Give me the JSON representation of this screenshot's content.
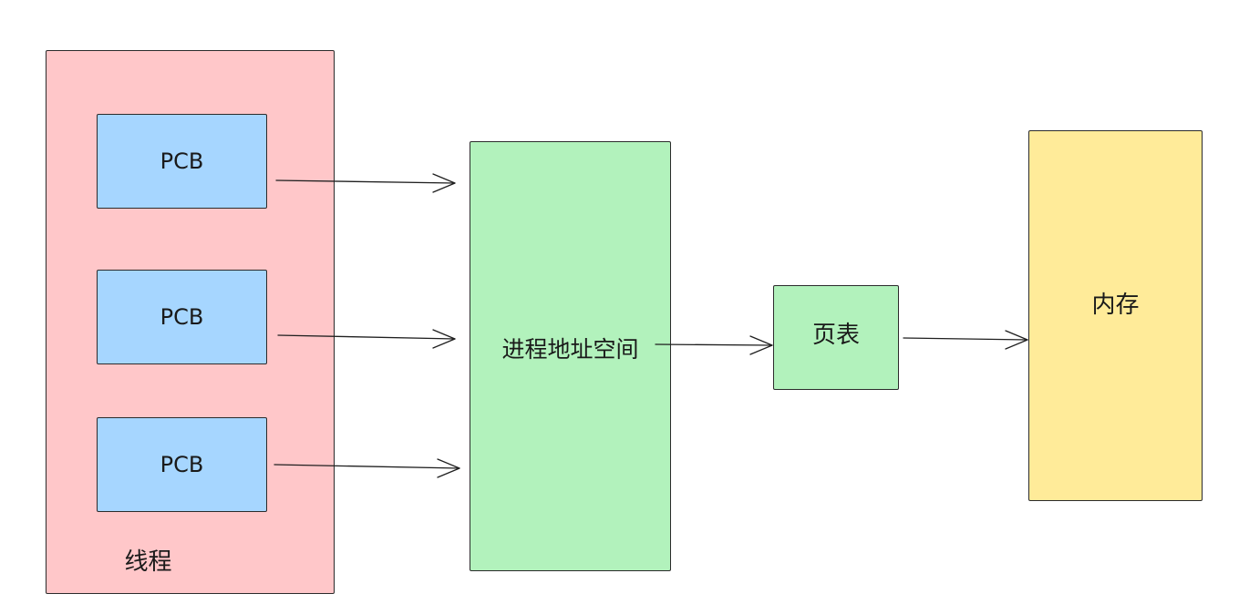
{
  "diagram": {
    "thread": {
      "label": "线程",
      "fill": "#ffc7c9"
    },
    "pcbs": [
      {
        "label": "PCB"
      },
      {
        "label": "PCB"
      },
      {
        "label": "PCB"
      }
    ],
    "pcb_fill": "#a6d6ff",
    "address_space": {
      "label": "进程地址空间",
      "fill": "#b2f2bc"
    },
    "page_table": {
      "label": "页表",
      "fill": "#b2f2bc"
    },
    "memory": {
      "label": "内存",
      "fill": "#ffeb99"
    },
    "edges": [
      {
        "from": "PCB",
        "to": "进程地址空间"
      },
      {
        "from": "PCB",
        "to": "进程地址空间"
      },
      {
        "from": "PCB",
        "to": "进程地址空间"
      },
      {
        "from": "进程地址空间",
        "to": "页表"
      },
      {
        "from": "页表",
        "to": "内存"
      }
    ]
  }
}
